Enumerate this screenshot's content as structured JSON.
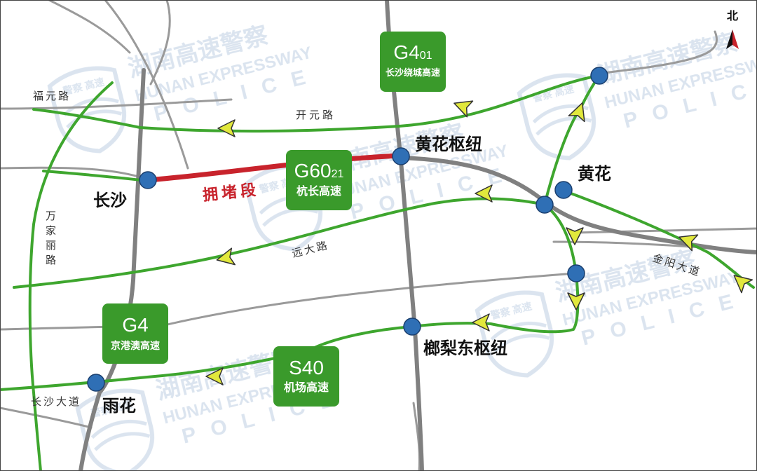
{
  "colors": {
    "route": "#3ea62e",
    "shield": "#3a9a2b",
    "congestion": "#c8232c",
    "interchange": "#2f6fb5",
    "arrow": "#e1e83c",
    "road_gray": "#9a9a9a",
    "road_dark": "#808080",
    "watermark": "#5a86b8"
  },
  "compass": {
    "label": "北",
    "icon": "north-arrow-icon"
  },
  "congestion": {
    "label": "拥堵段"
  },
  "shields": [
    {
      "id": "g4-01",
      "code": "G4",
      "sub": "01",
      "name": "长沙绕城高速"
    },
    {
      "id": "g60-21",
      "code": "G60",
      "sub": "21",
      "name": "杭长高速"
    },
    {
      "id": "g4",
      "code": "G4",
      "sub": "",
      "name": "京港澳高速"
    },
    {
      "id": "s40",
      "code": "S40",
      "sub": "",
      "name": "机场高速"
    }
  ],
  "nodes": [
    {
      "id": "changsha",
      "label": "长沙"
    },
    {
      "id": "huanghua-hub",
      "label": "黄花枢纽"
    },
    {
      "id": "huanghua",
      "label": "黄花"
    },
    {
      "id": "langli-east-hub",
      "label": "榔梨东枢纽"
    },
    {
      "id": "yuhua",
      "label": "雨花"
    }
  ],
  "roads": [
    {
      "id": "fuyuan",
      "label": "福元路"
    },
    {
      "id": "kaiyuan",
      "label": "开元路"
    },
    {
      "id": "wanjiali",
      "label": "万家丽路"
    },
    {
      "id": "yuanda",
      "label": "远大路"
    },
    {
      "id": "jinyang",
      "label": "金阳大道"
    },
    {
      "id": "changsha-avenue",
      "label": "长沙大道"
    }
  ],
  "watermark": {
    "cn": "湖南高速警察",
    "en": "HUNAN EXPRESSWAY",
    "police": "POLICE",
    "badge": "警察 高速",
    "icon": "police-badge-icon"
  }
}
